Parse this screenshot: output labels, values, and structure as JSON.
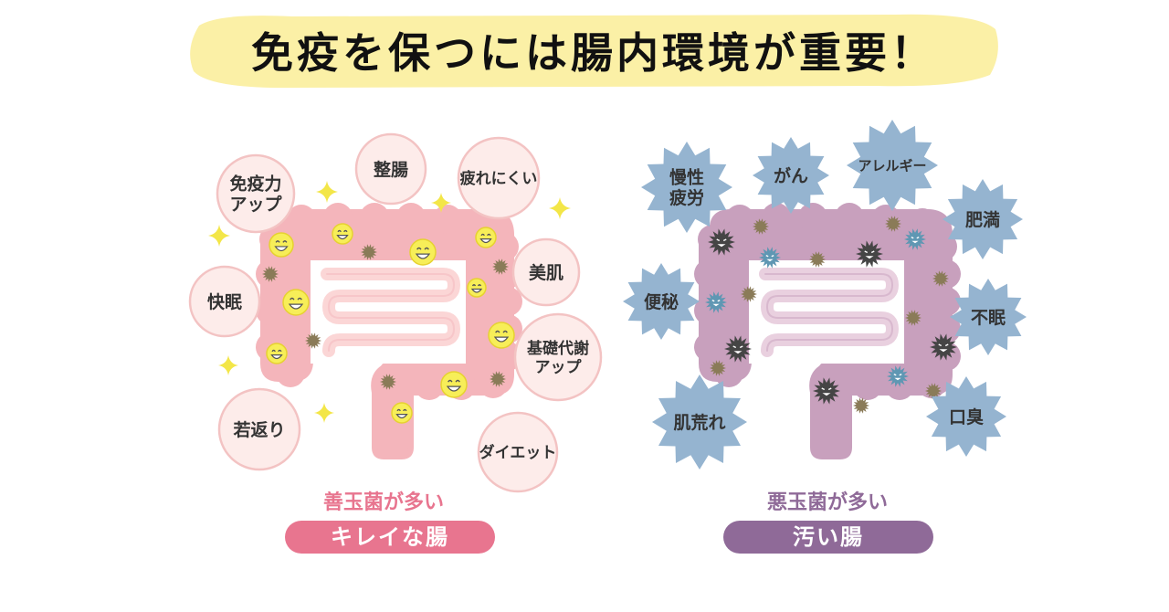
{
  "title": "免疫を保つには腸内環境が重要！",
  "colors": {
    "title_highlight": "#fbf0a6",
    "good_gut": "#f4b5bb",
    "good_inner": "#fbd6d6",
    "good_pill": "#e8758f",
    "good_label": "#e8758f",
    "bubble_fill": "#fdecea",
    "bubble_stroke": "#f3c3c3",
    "bad_gut": "#c8a0bd",
    "bad_inner": "#e9d0df",
    "bad_pill": "#8f6a98",
    "bad_label": "#8f6a98",
    "star_fill": "#95b4d0",
    "smiley": "#f7ee58",
    "germ_dark": "#454545",
    "germ_brown": "#8a7b58",
    "germ_blue": "#5f97b3"
  },
  "good": {
    "bubbles": [
      {
        "lines": [
          "免疫力",
          "アップ"
        ]
      },
      {
        "lines": [
          "整腸"
        ]
      },
      {
        "lines": [
          "疲れにくい"
        ]
      },
      {
        "lines": [
          "快眠"
        ]
      },
      {
        "lines": [
          "美肌"
        ]
      },
      {
        "lines": [
          "基礎代謝",
          "アップ"
        ]
      },
      {
        "lines": [
          "若返り"
        ]
      },
      {
        "lines": [
          "ダイエット"
        ]
      }
    ],
    "caption": "善玉菌が多い",
    "label": "キレイな腸"
  },
  "bad": {
    "stars": [
      {
        "lines": [
          "慢性",
          "疲労"
        ]
      },
      {
        "lines": [
          "がん"
        ]
      },
      {
        "lines": [
          "アレルギー"
        ]
      },
      {
        "lines": [
          "肥満"
        ]
      },
      {
        "lines": [
          "便秘"
        ]
      },
      {
        "lines": [
          "不眠"
        ]
      },
      {
        "lines": [
          "肌荒れ"
        ]
      },
      {
        "lines": [
          "口臭"
        ]
      }
    ],
    "caption": "悪玉菌が多い",
    "label": "汚い腸"
  },
  "icons": [
    "sparkle-icon",
    "smiley-icon",
    "germ-icon",
    "angry-germ-icon"
  ]
}
